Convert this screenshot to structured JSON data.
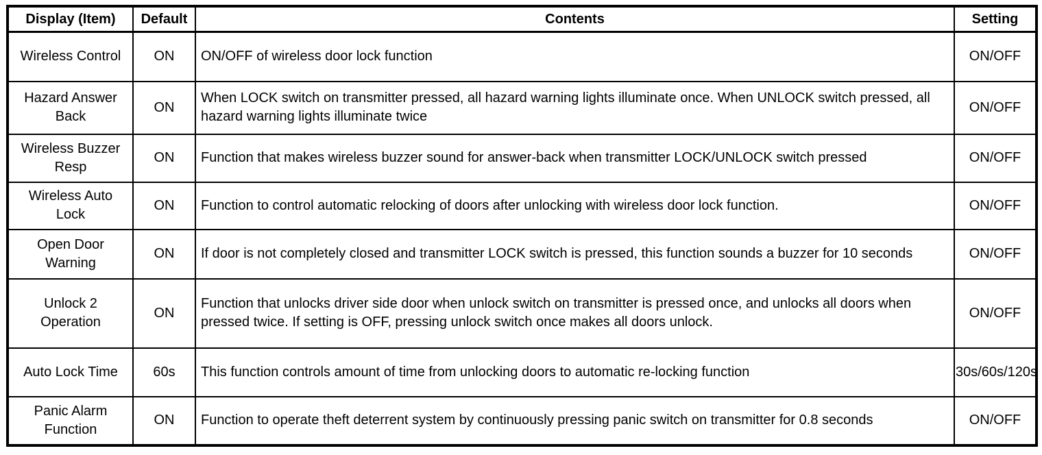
{
  "table": {
    "headers": {
      "display": "Display (Item)",
      "default": "Default",
      "contents": "Contents",
      "setting": "Setting"
    },
    "rows": [
      {
        "display": "Wireless Control",
        "default": "ON",
        "contents": "ON/OFF of wireless door lock function",
        "setting": "ON/OFF"
      },
      {
        "display": "Hazard Answer Back",
        "default": "ON",
        "contents": "When LOCK switch on transmitter pressed, all hazard warning lights illuminate once. When UNLOCK switch pressed, all hazard warning lights illuminate twice",
        "setting": "ON/OFF"
      },
      {
        "display": "Wireless Buzzer Resp",
        "default": "ON",
        "contents": "Function that makes wireless buzzer sound for answer-back when transmitter LOCK/UNLOCK switch pressed",
        "setting": "ON/OFF"
      },
      {
        "display": "Wireless Auto Lock",
        "default": "ON",
        "contents": "Function to control automatic relocking of doors after unlocking with wireless door lock function.",
        "setting": "ON/OFF"
      },
      {
        "display": "Open Door Warning",
        "default": "ON",
        "contents": "If door is not completely closed and transmitter LOCK switch is pressed, this function sounds a buzzer for 10 seconds",
        "setting": "ON/OFF"
      },
      {
        "display": "Unlock 2 Operation",
        "default": "ON",
        "contents": "Function that unlocks driver side door when unlock switch on transmitter is pressed once, and unlocks all doors when pressed twice. If setting is OFF, pressing unlock switch once makes all doors unlock.",
        "setting": "ON/OFF"
      },
      {
        "display": "Auto Lock Time",
        "default": "60s",
        "contents": "This function controls amount of time from unlocking doors to automatic re-locking function",
        "setting": "30s/60s/120s"
      },
      {
        "display": "Panic Alarm Function",
        "default": "ON",
        "contents": "Function to operate theft deterrent system by continuously pressing panic switch on transmitter for 0.8 seconds",
        "setting": "ON/OFF"
      }
    ]
  }
}
